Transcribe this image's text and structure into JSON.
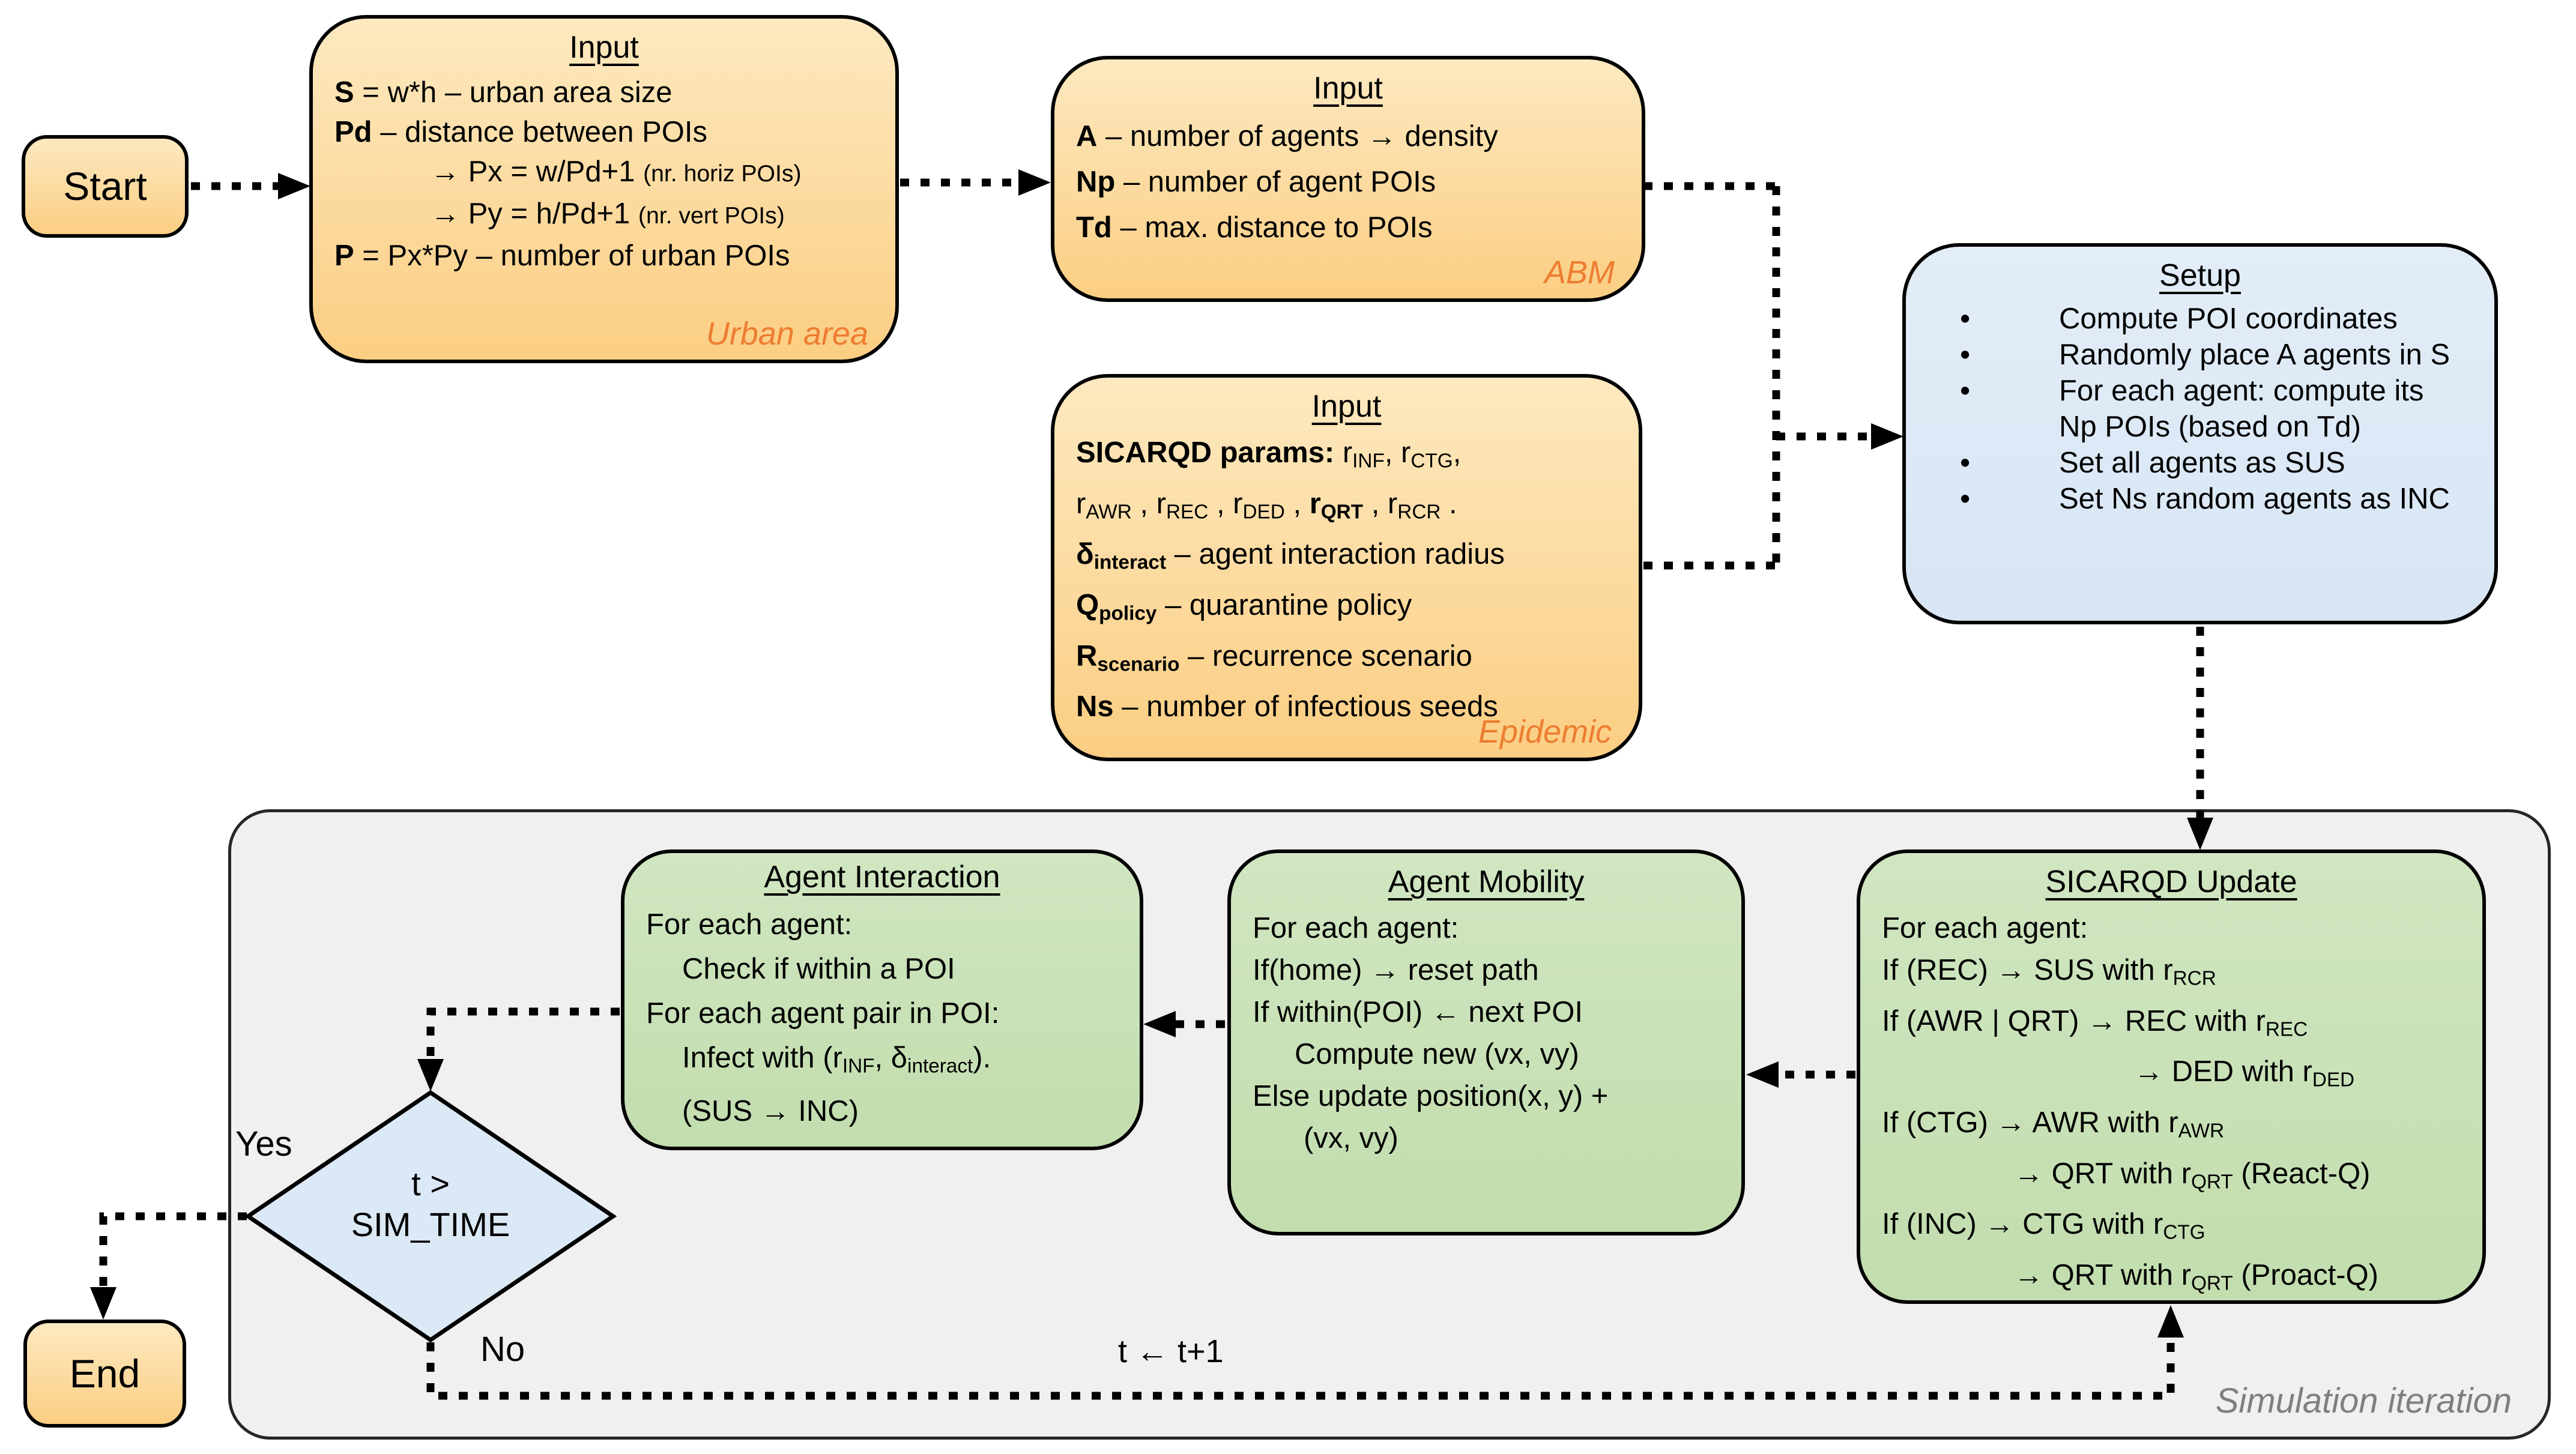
{
  "labels": {
    "start": "Start",
    "end": "End",
    "yes": "Yes",
    "no": "No",
    "t_inc": "t ← t+1",
    "iteration": "Simulation iteration"
  },
  "colors": {
    "box_orange_top": "#FDE9C0",
    "box_orange_bottom": "#FBCE83",
    "box_green": "#C9E3B9",
    "box_blue": "#DEEAF6",
    "diamond_blue": "#DBE8F5",
    "container_gray": "#F0F0F0",
    "border_black": "#000000",
    "tag_orange": "#ED7D31",
    "label_gray": "#7F7F7F"
  },
  "boxes": {
    "urban_input": {
      "title": "Input",
      "tag": "Urban area",
      "lines": [
        {
          "segs": [
            {
              "t": "S",
              "b": 1
            },
            {
              "t": " = w*h – urban area size"
            }
          ]
        },
        {
          "segs": [
            {
              "t": "Pd",
              "b": 1
            },
            {
              "t": " – distance between POIs"
            }
          ]
        },
        {
          "ind": 160,
          "segs": [
            {
              "t": "→ Px = w/Pd+1 "
            },
            {
              "t": "(nr. horiz POIs)",
              "small": 1
            }
          ]
        },
        {
          "ind": 160,
          "segs": [
            {
              "t": "→ Py = h/Pd+1 "
            },
            {
              "t": "(nr. vert POIs)",
              "small": 1
            }
          ]
        },
        {
          "segs": [
            {
              "t": "P",
              "b": 1
            },
            {
              "t": " = Px*Py – number of urban POIs"
            }
          ]
        }
      ]
    },
    "abm_input": {
      "title": "Input",
      "tag": "ABM",
      "lines": [
        {
          "segs": [
            {
              "t": "A",
              "b": 1
            },
            {
              "t": " – number of agents → density"
            }
          ]
        },
        {
          "segs": [
            {
              "t": "Np",
              "b": 1
            },
            {
              "t": " – number of agent POIs"
            }
          ]
        },
        {
          "segs": [
            {
              "t": "Td",
              "b": 1
            },
            {
              "t": " – max. distance to POIs"
            }
          ]
        }
      ]
    },
    "epidemic_input": {
      "title": "Input",
      "tag": "Epidemic",
      "lines": [
        {
          "segs": [
            {
              "t": "SICARQD params:",
              "b": 1
            },
            {
              "t": " r"
            },
            {
              "t": "INF",
              "sub": 1
            },
            {
              "t": ", r"
            },
            {
              "t": "CTG",
              "sub": 1
            },
            {
              "t": ","
            }
          ]
        },
        {
          "segs": [
            {
              "t": "r"
            },
            {
              "t": "AWR",
              "sub": 1
            },
            {
              "t": " , r"
            },
            {
              "t": "REC",
              "sub": 1
            },
            {
              "t": " , r"
            },
            {
              "t": "DED",
              "sub": 1
            },
            {
              "t": " , "
            },
            {
              "t": "r",
              "b": 1
            },
            {
              "t": "QRT",
              "b": 1,
              "sub": 1
            },
            {
              "t": " , r"
            },
            {
              "t": "RCR",
              "sub": 1
            },
            {
              "t": " ."
            }
          ]
        },
        {
          "segs": [
            {
              "t": "δ",
              "b": 1
            },
            {
              "t": "interact",
              "b": 1,
              "sub": 1
            },
            {
              "t": " – agent interaction radius"
            }
          ]
        },
        {
          "segs": [
            {
              "t": "Q",
              "b": 1
            },
            {
              "t": "policy",
              "b": 1,
              "sub": 1
            },
            {
              "t": " – quarantine policy"
            }
          ]
        },
        {
          "segs": [
            {
              "t": "R",
              "b": 1
            },
            {
              "t": "scenario",
              "b": 1,
              "sub": 1
            },
            {
              "t": " – recurrence scenario"
            }
          ]
        },
        {
          "segs": [
            {
              "t": "Ns",
              "b": 1
            },
            {
              "t": " – number of infectious seeds"
            }
          ]
        }
      ]
    },
    "setup": {
      "title": "Setup",
      "lines": [
        {
          "bullet": true,
          "segs": [
            {
              "t": "Compute POI coordinates"
            }
          ]
        },
        {
          "bullet": true,
          "segs": [
            {
              "t": "Randomly place A agents in S"
            }
          ]
        },
        {
          "bullet": true,
          "segs": [
            {
              "t": "For each agent: compute its"
            }
          ]
        },
        {
          "segs": [
            {
              "t": "Np POIs (based on Td)"
            }
          ]
        },
        {
          "bullet": true,
          "segs": [
            {
              "t": "Set all agents as SUS"
            }
          ]
        },
        {
          "bullet": true,
          "segs": [
            {
              "t": "Set Ns random agents as INC"
            }
          ]
        }
      ]
    },
    "sicarqd_update": {
      "title": "SICARQD Update",
      "lines": [
        {
          "segs": [
            {
              "t": "For each agent:"
            }
          ]
        },
        {
          "segs": [
            {
              "t": "If (REC) → SUS with r"
            },
            {
              "t": "RCR",
              "sub": 1
            }
          ]
        },
        {
          "segs": [
            {
              "t": "If (AWR | QRT) → REC with r"
            },
            {
              "t": "REC",
              "sub": 1
            }
          ]
        },
        {
          "ind": 420,
          "segs": [
            {
              "t": "→ DED with r"
            },
            {
              "t": "DED",
              "sub": 1
            }
          ]
        },
        {
          "segs": [
            {
              "t": "If (CTG) → AWR with r"
            },
            {
              "t": "AWR",
              "sub": 1
            }
          ]
        },
        {
          "ind": 220,
          "segs": [
            {
              "t": "→ QRT with r"
            },
            {
              "t": "QRT",
              "sub": 1
            },
            {
              "t": " (React-Q)"
            }
          ]
        },
        {
          "segs": [
            {
              "t": "If (INC) → CTG with r"
            },
            {
              "t": "CTG",
              "sub": 1
            }
          ]
        },
        {
          "ind": 220,
          "segs": [
            {
              "t": "→ QRT with r"
            },
            {
              "t": "QRT",
              "sub": 1
            },
            {
              "t": " (Proact-Q)"
            }
          ]
        }
      ]
    },
    "agent_mobility": {
      "title": "Agent Mobility",
      "lines": [
        {
          "segs": [
            {
              "t": "For each agent:"
            }
          ]
        },
        {
          "segs": [
            {
              "t": "If(home) → reset path"
            }
          ]
        },
        {
          "segs": [
            {
              "t": "If within(POI) ← next POI"
            }
          ]
        },
        {
          "ind": 70,
          "segs": [
            {
              "t": "Compute new (vx, vy)"
            }
          ]
        },
        {
          "segs": [
            {
              "t": "Else update position(x, y) +"
            }
          ]
        },
        {
          "ind": 85,
          "segs": [
            {
              "t": "(vx, vy)"
            }
          ]
        }
      ]
    },
    "agent_interaction": {
      "title": "Agent Interaction",
      "lines": [
        {
          "segs": [
            {
              "t": "For each agent:"
            }
          ]
        },
        {
          "ind": 60,
          "segs": [
            {
              "t": "Check if within a POI"
            }
          ]
        },
        {
          "segs": [
            {
              "t": "For each agent pair in POI:"
            }
          ]
        },
        {
          "ind": 60,
          "segs": [
            {
              "t": "Infect with (r"
            },
            {
              "t": "INF",
              "sub": 1
            },
            {
              "t": ", δ"
            },
            {
              "t": "interact",
              "sub": 1
            },
            {
              "t": ")."
            }
          ]
        },
        {
          "ind": 60,
          "segs": [
            {
              "t": "(SUS → INC)"
            }
          ]
        }
      ]
    },
    "decision": {
      "line1": "t >",
      "line2": "SIM_TIME"
    }
  }
}
